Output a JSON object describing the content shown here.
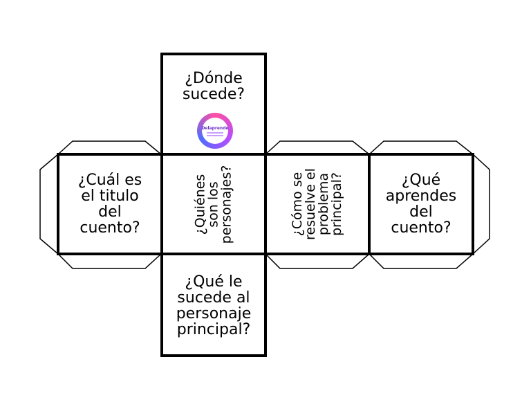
{
  "faces": {
    "top": "¿Dónde\nsucede?",
    "left": "¿Cuál es\nel titulo\ndel\ncuento?",
    "center": "¿Quiénes\nson los\npersonajes?",
    "right_center": "¿Cómo se\nresuelve el\nproblema\nprincipal?",
    "right": "¿Qué\naprendes\ndel\ncuento?",
    "bottom": "¿Qué le\nsucede al\npersonaje\nprincipal?"
  },
  "logo": {
    "text": "Delaprende",
    "icon": "circle-logo-icon",
    "color": "#d94fd0"
  },
  "colors": {
    "line": "#000000",
    "background": "#ffffff"
  }
}
